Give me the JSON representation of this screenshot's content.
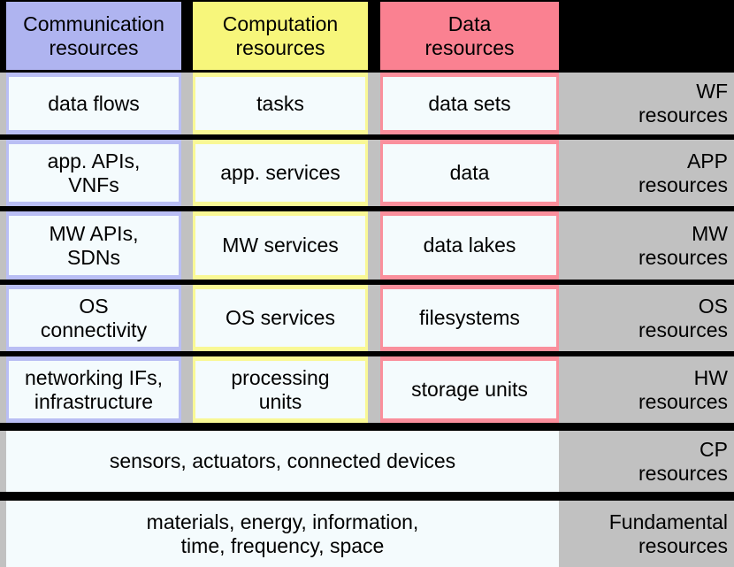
{
  "figure_title": "layered resource classification diagram",
  "colors": {
    "canvas": "#000000",
    "row_background": "#c1c1c1",
    "cell_background": "#f4fbfd",
    "text": "#000000",
    "communication_header": "#afb4f0",
    "communication_border": "#b9bef4",
    "computation_header": "#f7f67b",
    "computation_border": "#f9f895",
    "data_header": "#fa8191",
    "data_border": "#fa8f9c"
  },
  "columns": [
    {
      "id": "communication",
      "label": "Communication\nresources"
    },
    {
      "id": "computation",
      "label": "Computation\nresources"
    },
    {
      "id": "data",
      "label": "Data\nresources"
    }
  ],
  "rows": [
    {
      "id": "wf",
      "label": "WF\nresources",
      "cells": [
        "data flows",
        "tasks",
        "data sets"
      ]
    },
    {
      "id": "app",
      "label": "APP\nresources",
      "cells": [
        "app. APIs,\nVNFs",
        "app. services",
        "data"
      ]
    },
    {
      "id": "mw",
      "label": "MW\nresources",
      "cells": [
        "MW APIs,\nSDNs",
        "MW services",
        "data lakes"
      ]
    },
    {
      "id": "os",
      "label": "OS\nresources",
      "cells": [
        "OS\nconnectivity",
        "OS services",
        "filesystems"
      ]
    },
    {
      "id": "hw",
      "label": "HW\nresources",
      "cells": [
        "networking IFs,\ninfrastructure",
        "processing\nunits",
        "storage units"
      ]
    },
    {
      "id": "cp",
      "label": "CP\nresources",
      "span_text": "sensors, actuators, connected devices"
    },
    {
      "id": "fundamental",
      "label": "Fundamental\nresources",
      "span_text": "materials, energy, information,\ntime, frequency, space"
    }
  ],
  "row_heights": {
    "wf": 70,
    "app": 75,
    "mw": 77,
    "os": 75,
    "hw": 75,
    "cp": 69,
    "fundamental": 75
  },
  "row_separators": {
    "wf": 3,
    "app": 6,
    "mw": 6,
    "os": 6,
    "hw": 6,
    "cp": 9,
    "fundamental": 10
  }
}
